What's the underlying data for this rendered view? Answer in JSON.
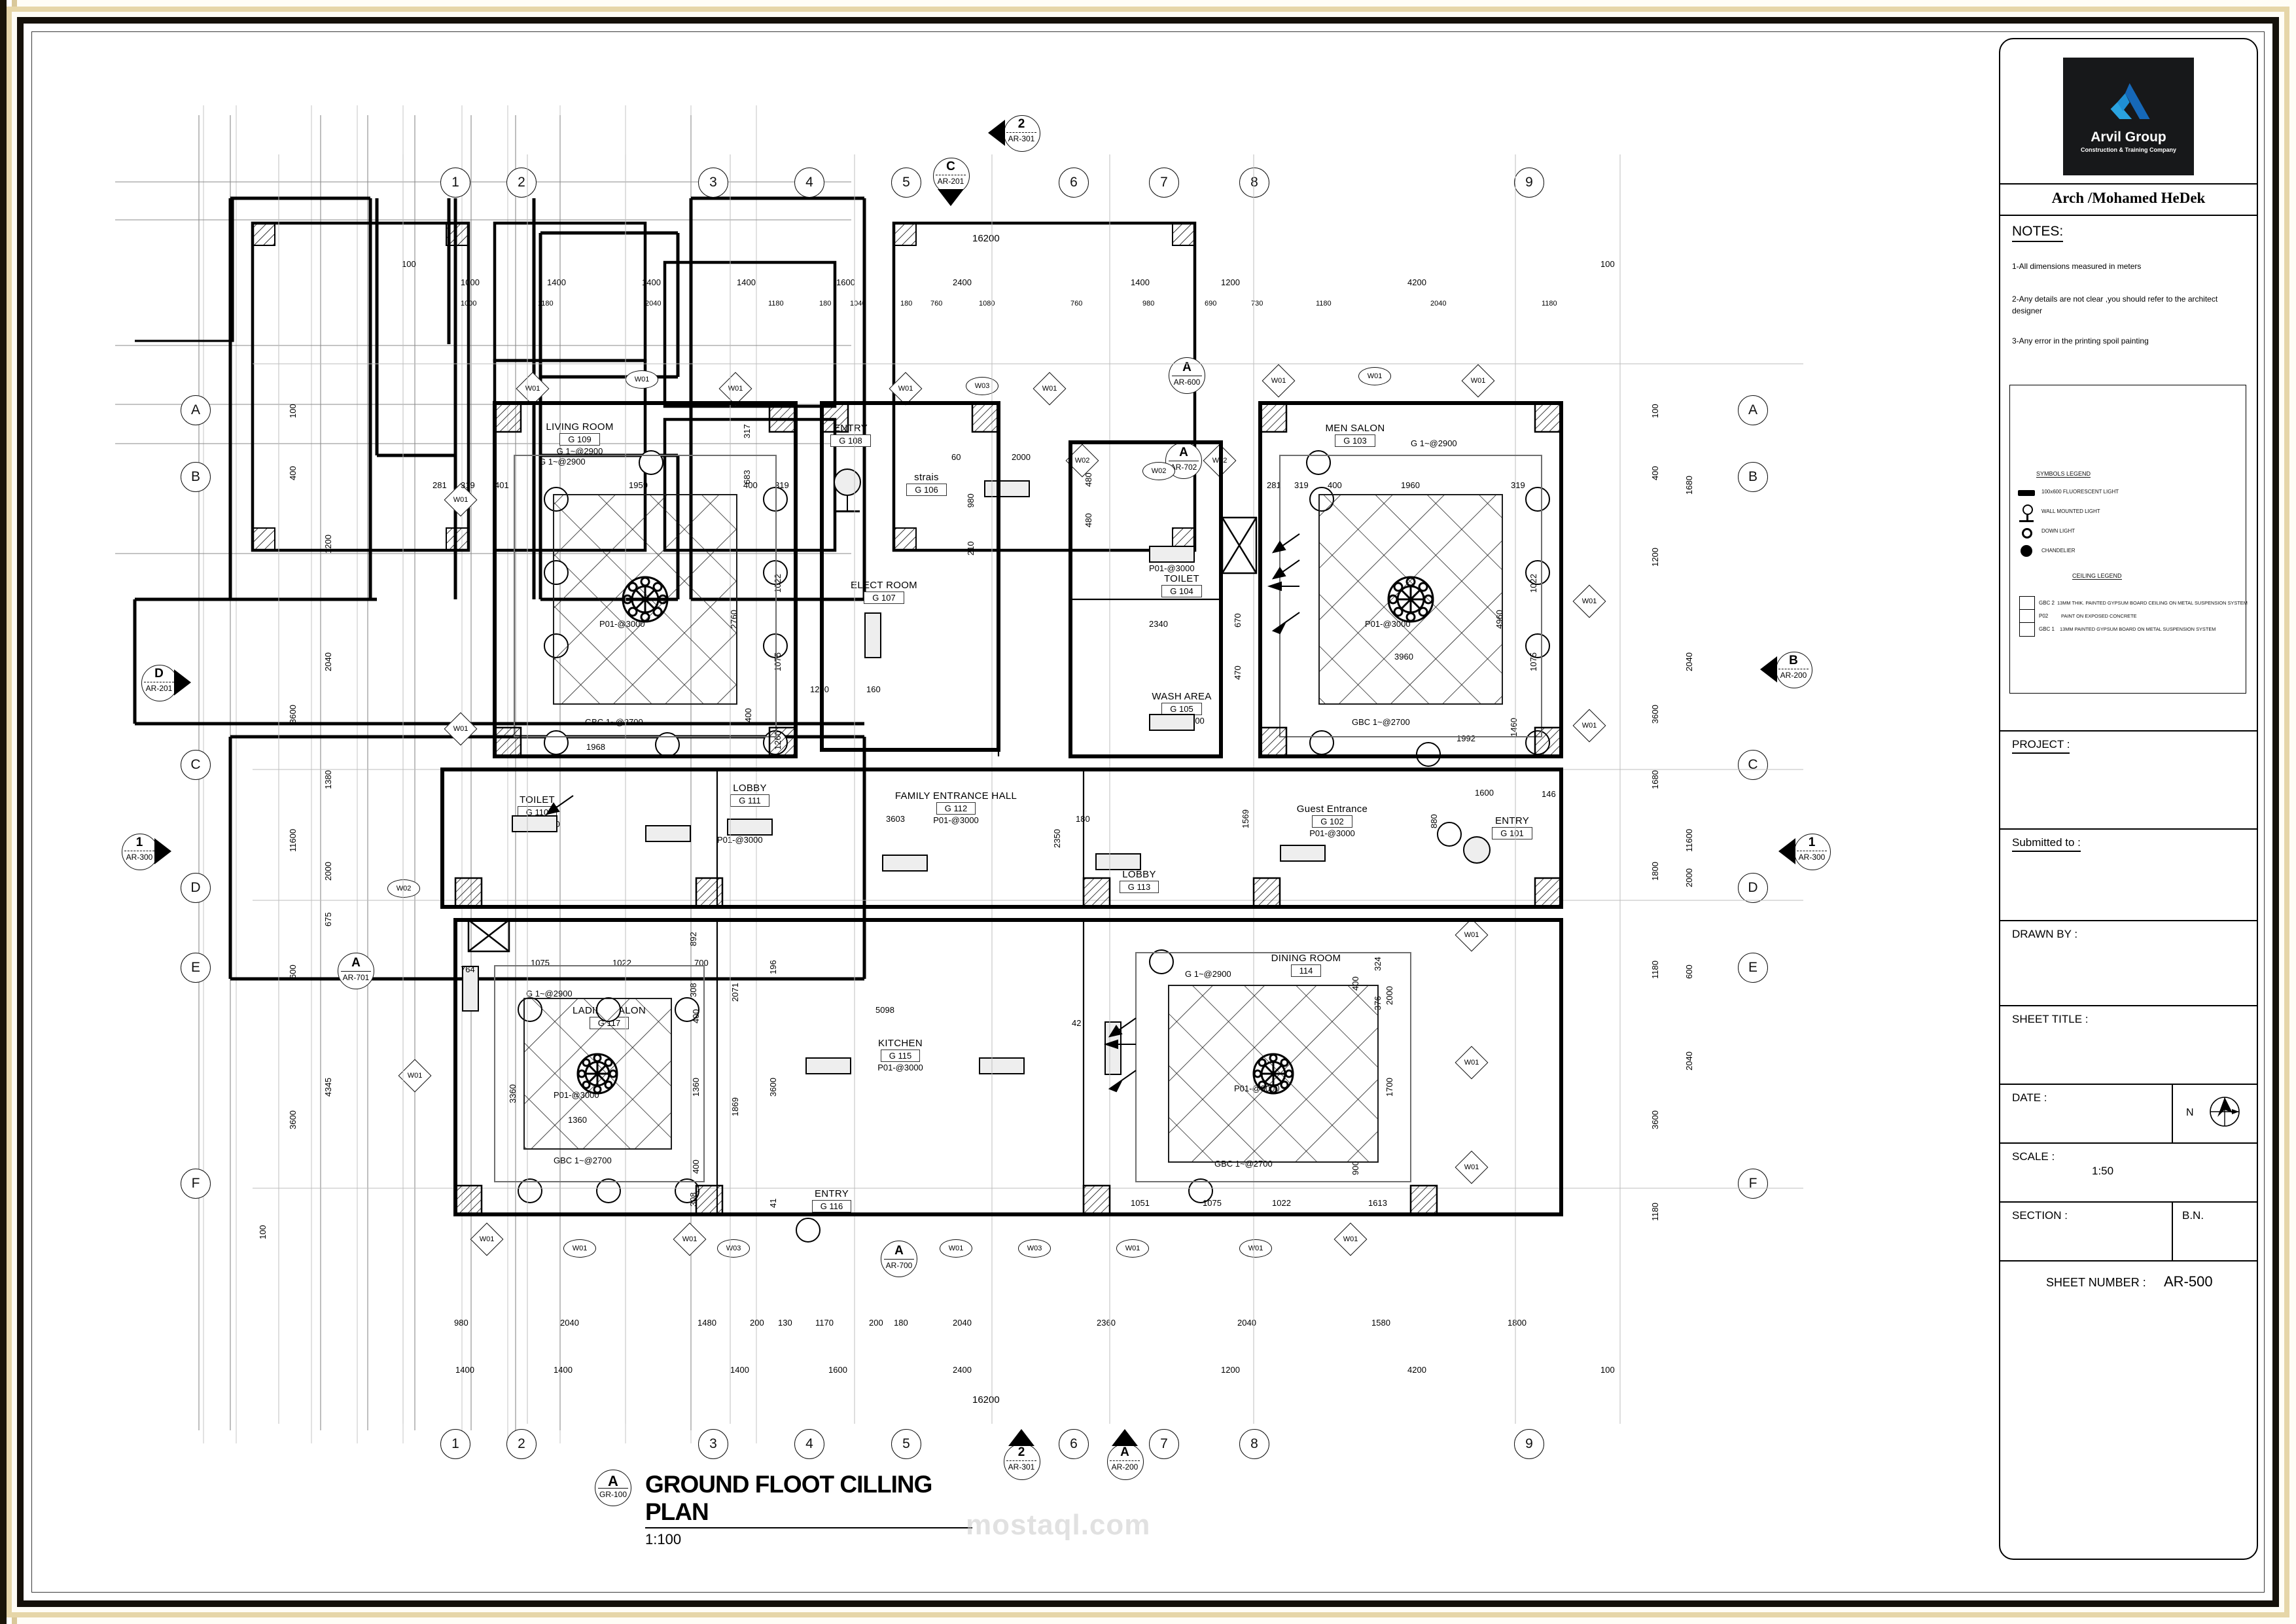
{
  "sheet": {
    "plan_title": "GROUND FLOOT CILLING PLAN",
    "plan_scale": "1:100",
    "plan_detail_letter": "A",
    "plan_detail_ref": "GR-100",
    "watermark": "mostaql.com"
  },
  "title_block": {
    "company_name": "Arvil Group",
    "company_sub": "Construction & Training Company",
    "architect": "Arch /Mohamed HeDek",
    "notes_heading": "NOTES:",
    "notes": [
      "1-All dimensions measured in meters",
      "2-Any details are not clear ,you should refer to the architect designer",
      "3-Any error in the printing spoil painting"
    ],
    "symbols_legend_title": "SYMBOLS LEGEND",
    "symbols_legend": [
      {
        "symbol": "fluorescent-light-icon",
        "label": "100x600 FLUORESCENT LIGHT"
      },
      {
        "symbol": "wall-mounted-light-icon",
        "label": "WALL MOUNTED LIGHT"
      },
      {
        "symbol": "down-light-icon",
        "label": "DOWN LIGHT"
      },
      {
        "symbol": "chandelier-icon",
        "label": "CHANDELIER"
      }
    ],
    "ceiling_legend_title": "CEILING LEGEND",
    "ceiling_legend": [
      {
        "code": "GBC 2",
        "desc": "13MM THIK. PAINTED GYPSUM BOARD  CEILING ON METAL SUSPENSION  SYSTEM"
      },
      {
        "code": "P02",
        "desc": "PAINT ON EXPOSED CONCRETE"
      },
      {
        "code": "GBC 1",
        "desc": "13MM PAINTED GYPSUM BOARD  ON METAL SUSPENSION SYSTEM"
      }
    ],
    "fields": [
      {
        "label": "PROJECT :",
        "value": ""
      },
      {
        "label": "Submitted to :",
        "value": ""
      },
      {
        "label": "DRAWN BY :",
        "value": ""
      },
      {
        "label": "SHEET TITLE :",
        "value": ""
      },
      {
        "label": "DATE :",
        "value": ""
      },
      {
        "label": "SCALE :",
        "value": "1:50"
      },
      {
        "label": "SECTION :",
        "value": ""
      }
    ],
    "bn_label": "B.N.",
    "north_label": "N",
    "sheet_number_label": "SHEET NUMBER :",
    "sheet_number_value": "AR-500"
  },
  "grids": {
    "columns": [
      "1",
      "2",
      "3",
      "4",
      "5",
      "6",
      "7",
      "8",
      "9"
    ],
    "rows": [
      "A",
      "B",
      "C",
      "D",
      "E",
      "F"
    ]
  },
  "markers": [
    {
      "name": "section-marker-c-ar201",
      "letter": "C",
      "ref": "AR-201",
      "dir": "down"
    },
    {
      "name": "section-marker-2-ar301-top",
      "letter": "2",
      "ref": "AR-301",
      "dir": "left"
    },
    {
      "name": "section-marker-d-ar201",
      "letter": "D",
      "ref": "AR-201",
      "dir": "right"
    },
    {
      "name": "section-marker-b-ar200",
      "letter": "B",
      "ref": "AR-200",
      "dir": "left"
    },
    {
      "name": "section-marker-1-ar300-left",
      "letter": "1",
      "ref": "AR-300",
      "dir": "right"
    },
    {
      "name": "section-marker-1-ar300-right",
      "letter": "1",
      "ref": "AR-300",
      "dir": "left"
    },
    {
      "name": "section-marker-2-ar301-bottom",
      "letter": "2",
      "ref": "AR-301",
      "dir": "up"
    },
    {
      "name": "section-marker-a-ar200-bottom",
      "letter": "A",
      "ref": "AR-200",
      "dir": "up"
    }
  ],
  "detail_callouts": [
    {
      "name": "detail-a-ar600",
      "letter": "A",
      "ref": "AR-600"
    },
    {
      "name": "detail-a-ar702",
      "letter": "A",
      "ref": "AR-702"
    },
    {
      "name": "detail-a-ar701",
      "letter": "A",
      "ref": "AR-701"
    },
    {
      "name": "detail-a-ar700",
      "letter": "A",
      "ref": "AR-700"
    }
  ],
  "rooms": [
    {
      "name": "LIVING ROOM",
      "code": "G 109",
      "spec": "G 1~@2900"
    },
    {
      "name": "ENTRY",
      "code": "G 108",
      "spec": ""
    },
    {
      "name": "strais",
      "code": "G 106",
      "spec": ""
    },
    {
      "name": "ELECT ROOM",
      "code": "G 107",
      "spec": ""
    },
    {
      "name": "TOILET",
      "code": "G 104",
      "spec": ""
    },
    {
      "name": "WASH AREA",
      "code": "G 105",
      "spec": "P01-@3000"
    },
    {
      "name": "MEN SALON",
      "code": "G 103",
      "spec": "G 1~@2900"
    },
    {
      "name": "TOILET",
      "code": "G 110",
      "spec": "P01-@3000"
    },
    {
      "name": "LOBBY",
      "code": "G 111",
      "spec": "P01-@3000"
    },
    {
      "name": "FAMILY ENTRANCE HALL",
      "code": "G 112",
      "spec": "P01-@3000"
    },
    {
      "name": "LOBBY",
      "code": "G 113",
      "spec": ""
    },
    {
      "name": "Guest Entrance",
      "code": "G 102",
      "spec": "P01-@3000"
    },
    {
      "name": "ENTRY",
      "code": "G 101",
      "spec": ""
    },
    {
      "name": "LADIES SALON",
      "code": "G 117",
      "spec": ""
    },
    {
      "name": "KITCHEN",
      "code": "G 115",
      "spec": "P01-@3000"
    },
    {
      "name": "DINING ROOM",
      "code": "114",
      "spec": "G 1~@2900"
    },
    {
      "name": "ENTRY",
      "code": "G 116",
      "spec": ""
    }
  ],
  "ceiling_specs": [
    "G 1~@2900",
    "P01-@3000",
    "GBC 1~@2700",
    "P01-@ 3000",
    "GBC 1~@2700",
    "G 1~@2900"
  ],
  "window_tags": [
    "W01",
    "W02",
    "W03"
  ],
  "dimensions": {
    "top_overall": "16200",
    "top_row1": [
      "100",
      "1000",
      "1400",
      "1400",
      "1400",
      "1600",
      "2400",
      "1400",
      "1200",
      "4200",
      "100"
    ],
    "top_row2": [
      "1000",
      "1180",
      "2040",
      "1180",
      "180",
      "1040",
      "180",
      "760",
      "1080",
      "760",
      "980",
      "690",
      "730",
      "1180",
      "2040",
      "1180"
    ],
    "bottom_overall": "16200",
    "bottom_row1": [
      "980",
      "2040",
      "1480",
      "200",
      "130",
      "1170",
      "200",
      "180",
      "2040",
      "2360",
      "2040",
      "1580",
      "1800"
    ],
    "bottom_row2": [
      "1400",
      "1400",
      "1400",
      "1600",
      "2400",
      "1200",
      "4200",
      "100"
    ],
    "left_col": [
      "100",
      "400",
      "1200",
      "2040",
      "3600",
      "1380",
      "11600",
      "2000",
      "675",
      "600",
      "3600",
      "4345",
      "100"
    ],
    "right_col": [
      "100",
      "1680",
      "400",
      "1200",
      "2040",
      "3600",
      "1680",
      "11600",
      "1800",
      "2000",
      "1180",
      "600",
      "2040",
      "3600",
      "1180"
    ],
    "plan_numbers": [
      "281",
      "319",
      "401",
      "1959",
      "400",
      "319",
      "683",
      "317",
      "1022",
      "1075",
      "1260",
      "1968",
      "2760",
      "400",
      "1200",
      "160",
      "60",
      "2000",
      "980",
      "480",
      "480",
      "210",
      "670",
      "470",
      "2340",
      "1569",
      "180",
      "3603",
      "2350",
      "1600",
      "146",
      "880",
      "1075",
      "1022",
      "700",
      "764",
      "308",
      "400",
      "1360",
      "400",
      "308",
      "292",
      "2071",
      "1869",
      "892",
      "5098",
      "3600",
      "196",
      "41",
      "42",
      "324",
      "376",
      "1051",
      "1075",
      "1022",
      "1613",
      "1960",
      "3960",
      "4960",
      "1460",
      "1992",
      "281",
      "319",
      "400",
      "319",
      "1022",
      "1075",
      "3360",
      "1700",
      "900",
      "2000",
      "400",
      "400"
    ]
  }
}
